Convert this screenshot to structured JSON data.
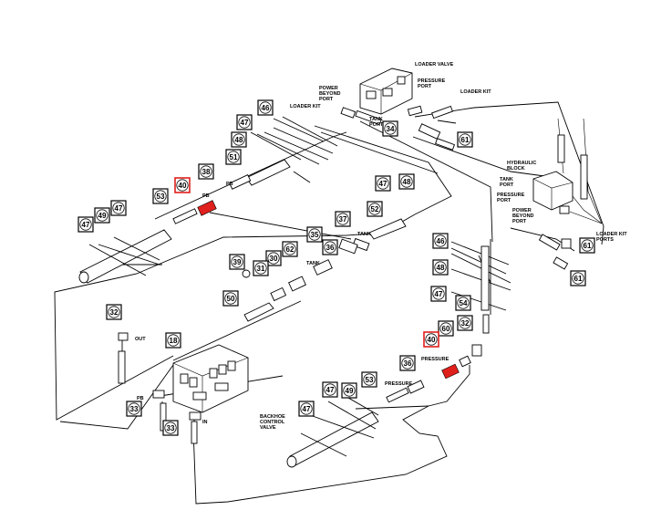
{
  "diagram": {
    "colors": {
      "line": "#000000",
      "highlight": "#e0201c",
      "badge_bg": "#ffffff"
    },
    "labels": {
      "loader_valve": "LOADER VALVE",
      "power_beyond_port": [
        "POWER",
        "BEYOND",
        "PORT"
      ],
      "pressure_port": [
        "PRESSURE",
        "PORT"
      ],
      "loader_kit_top_right": "LOADER KIT",
      "loader_kit_top_left": "LOADER KIT",
      "tank_port_top": [
        "TANK",
        "PORT"
      ],
      "hydraulic_block": [
        "HYDRAULIC",
        "BLOCK"
      ],
      "tank_port_right": [
        "TANK",
        "PORT"
      ],
      "pressure_port_right": [
        "PRESSURE",
        "PORT"
      ],
      "power_beyond_port_right": [
        "POWER",
        "BEYOND",
        "PORT"
      ],
      "loader_kit_ports": [
        "LOADER KIT",
        "PORTS"
      ],
      "pb_upper": "PB",
      "pb_upper2": "PB",
      "tank_mid": "TANK",
      "tank_mid2": "TANK",
      "out": "OUT",
      "pb_lower": "PB",
      "in": "IN",
      "backhoe_control_valve": [
        "BACKHOE",
        "CONTROL",
        "VALVE"
      ],
      "pressure_lower": "PRESSURE",
      "pressure_lower2": "PRESSURE"
    },
    "callouts": [
      {
        "id": "46a",
        "num": "46"
      },
      {
        "id": "47a",
        "num": "47"
      },
      {
        "id": "48a",
        "num": "48"
      },
      {
        "id": "51",
        "num": "51"
      },
      {
        "id": "38",
        "num": "38"
      },
      {
        "id": "40a",
        "num": "40",
        "highlight": true
      },
      {
        "id": "53a",
        "num": "53"
      },
      {
        "id": "47b",
        "num": "47"
      },
      {
        "id": "49a",
        "num": "49"
      },
      {
        "id": "47c",
        "num": "47"
      },
      {
        "id": "34",
        "num": "34"
      },
      {
        "id": "61a",
        "num": "61"
      },
      {
        "id": "47d",
        "num": "47"
      },
      {
        "id": "48b",
        "num": "48"
      },
      {
        "id": "37",
        "num": "37"
      },
      {
        "id": "52",
        "num": "52"
      },
      {
        "id": "35",
        "num": "35"
      },
      {
        "id": "36a",
        "num": "36"
      },
      {
        "id": "62",
        "num": "62"
      },
      {
        "id": "30",
        "num": "30"
      },
      {
        "id": "39",
        "num": "39"
      },
      {
        "id": "31",
        "num": "31"
      },
      {
        "id": "50",
        "num": "50"
      },
      {
        "id": "61b",
        "num": "61"
      },
      {
        "id": "61c",
        "num": "61"
      },
      {
        "id": "46b",
        "num": "46"
      },
      {
        "id": "48c",
        "num": "48"
      },
      {
        "id": "47e",
        "num": "47"
      },
      {
        "id": "54",
        "num": "54"
      },
      {
        "id": "32a",
        "num": "32"
      },
      {
        "id": "32b",
        "num": "32"
      },
      {
        "id": "60",
        "num": "60"
      },
      {
        "id": "40b",
        "num": "40",
        "highlight": true
      },
      {
        "id": "18",
        "num": "18"
      },
      {
        "id": "36b",
        "num": "36"
      },
      {
        "id": "53b",
        "num": "53"
      },
      {
        "id": "47f",
        "num": "47"
      },
      {
        "id": "49b",
        "num": "49"
      },
      {
        "id": "47g",
        "num": "47"
      },
      {
        "id": "33a",
        "num": "33"
      },
      {
        "id": "33b",
        "num": "33"
      }
    ]
  }
}
